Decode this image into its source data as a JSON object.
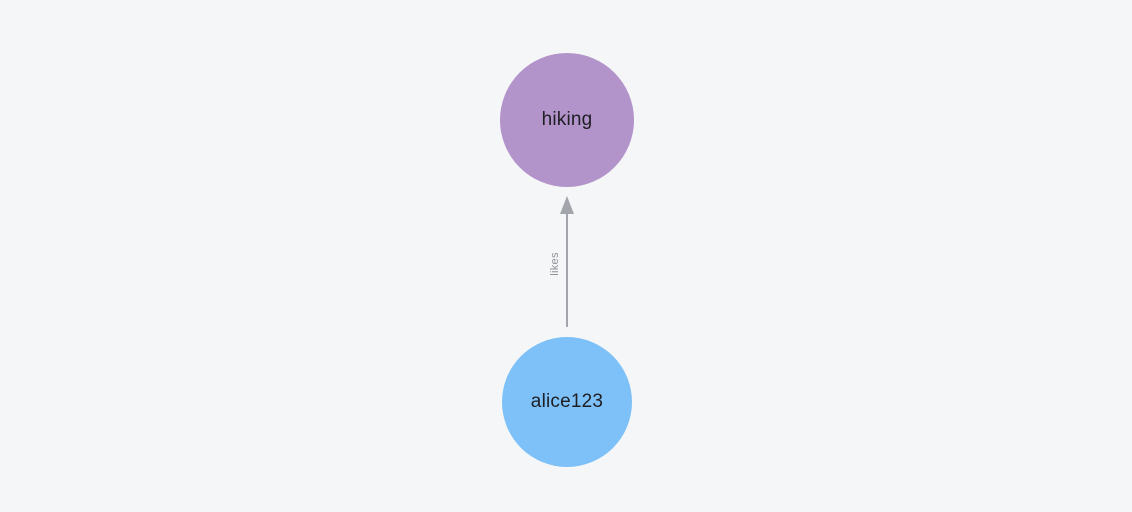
{
  "canvas": {
    "background": "#f5f6f7"
  },
  "graph": {
    "nodes": [
      {
        "id": "hiking",
        "label": "hiking",
        "fill": "#b294cb",
        "text_color": "#1f1f23"
      },
      {
        "id": "alice123",
        "label": "alice123",
        "fill": "#7dc1f8",
        "text_color": "#1f1f23"
      }
    ],
    "edges": [
      {
        "source": "alice123",
        "target": "hiking",
        "label": "likes",
        "direction": "up",
        "line_color": "#a3a5ac",
        "label_color": "#8e8f96"
      }
    ]
  }
}
